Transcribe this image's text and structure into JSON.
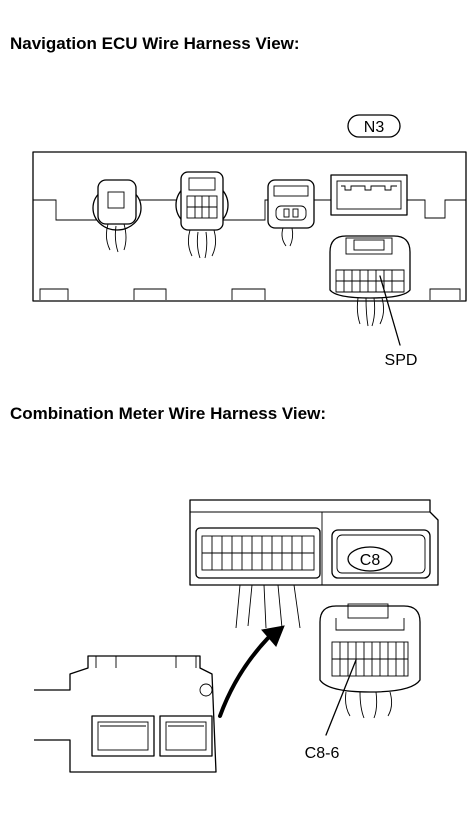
{
  "sections": {
    "nav_heading": "Navigation ECU Wire Harness View:",
    "meter_heading": "Combination Meter Wire Harness View:"
  },
  "labels": {
    "nav_connector_id": "N3",
    "nav_terminal": "SPD",
    "meter_connector_id": "C8",
    "meter_terminal": "C8-6"
  }
}
